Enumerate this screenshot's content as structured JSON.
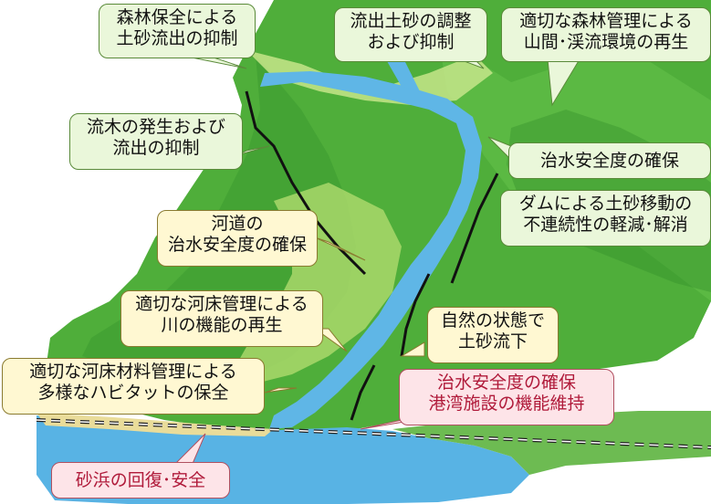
{
  "callouts": {
    "forest_conservation": {
      "line1": "森林保全による",
      "line2": "土砂流出の抑制"
    },
    "sediment_adjust": {
      "line1": "流出土砂の調整",
      "line2": "および抑制"
    },
    "forest_management": {
      "line1": "適切な森林管理による",
      "line2": "山間･渓流環境の再生"
    },
    "driftwood": {
      "line1": "流木の発生および",
      "line2": "流出の抑制"
    },
    "flood_safety_upper": {
      "line1": "治水安全度の確保"
    },
    "dam_sediment": {
      "line1": "ダムによる土砂移動の",
      "line2": "不連続性の軽減･解消"
    },
    "river_channel_safety": {
      "line1": "河道の",
      "line2": "治水安全度の確保"
    },
    "riverbed_management": {
      "line1": "適切な河床管理による",
      "line2": "川の機能の再生"
    },
    "natural_sediment_flow": {
      "line1": "自然の状態で",
      "line2": "土砂流下"
    },
    "riverbed_material": {
      "line1": "適切な河床材料管理による",
      "line2": "多様なハビタットの保全"
    },
    "port_safety": {
      "line1": "治水安全度の確保",
      "line2": "港湾施設の機能維持"
    },
    "beach_recovery": {
      "line1": "砂浜の回復･安全"
    }
  },
  "colors": {
    "mountain_green": "#4fae3a",
    "mountain_dark": "#2f7f25",
    "river_blue": "#5fb6e6",
    "sea_blue": "#58b3e4",
    "beach_sand": "#e9dc9a",
    "callout_green": "#eaf7da",
    "callout_yellow": "#fff8d2",
    "callout_pink": "#fde4e8"
  }
}
